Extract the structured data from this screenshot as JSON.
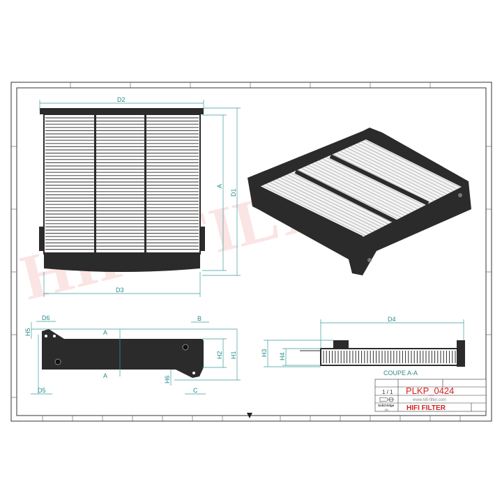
{
  "drawing": {
    "dimensions": [
      "D2",
      "A",
      "D1",
      "D3",
      "D6",
      "D5",
      "H5",
      "H1",
      "H2",
      "H6",
      "B",
      "C",
      "D4",
      "H3",
      "H4"
    ],
    "section_markers": [
      "A",
      "A"
    ],
    "section_label": "COUPE A-A",
    "watermark": "HIFI FILTER"
  },
  "title_block": {
    "part_number": "PLKP_0424",
    "website": "www.hifi-filter.com",
    "brand": "HIFI FILTER",
    "scale": "1 / 1",
    "software": "Solid Edge",
    "software_sub": "(1)",
    "brand_color": "#d42020"
  },
  "colors": {
    "frame": "#222222",
    "dimension": "#2a8a8a",
    "filter_body": "#2b2b2b"
  }
}
